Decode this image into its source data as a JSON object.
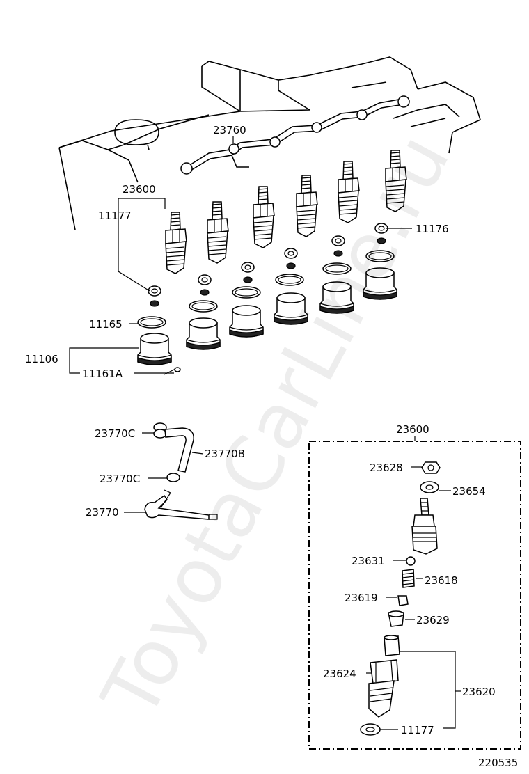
{
  "watermark": "ToyotaCarLine.ru",
  "diagram_id": "220535",
  "labels": {
    "p23760": "23760",
    "p23600_top": "23600",
    "p11177_top": "11177",
    "p11176": "11176",
    "p11165": "11165",
    "p11106": "11106",
    "p11161A": "11161A",
    "p23770C_a": "23770C",
    "p23770B": "23770B",
    "p23770C_b": "23770C",
    "p23770": "23770",
    "p23600_box": "23600",
    "p23628": "23628",
    "p23654": "23654",
    "p23631": "23631",
    "p23618": "23618",
    "p23619": "23619",
    "p23629": "23629",
    "p23624": "23624",
    "p23620": "23620",
    "p11177_box": "11177"
  }
}
